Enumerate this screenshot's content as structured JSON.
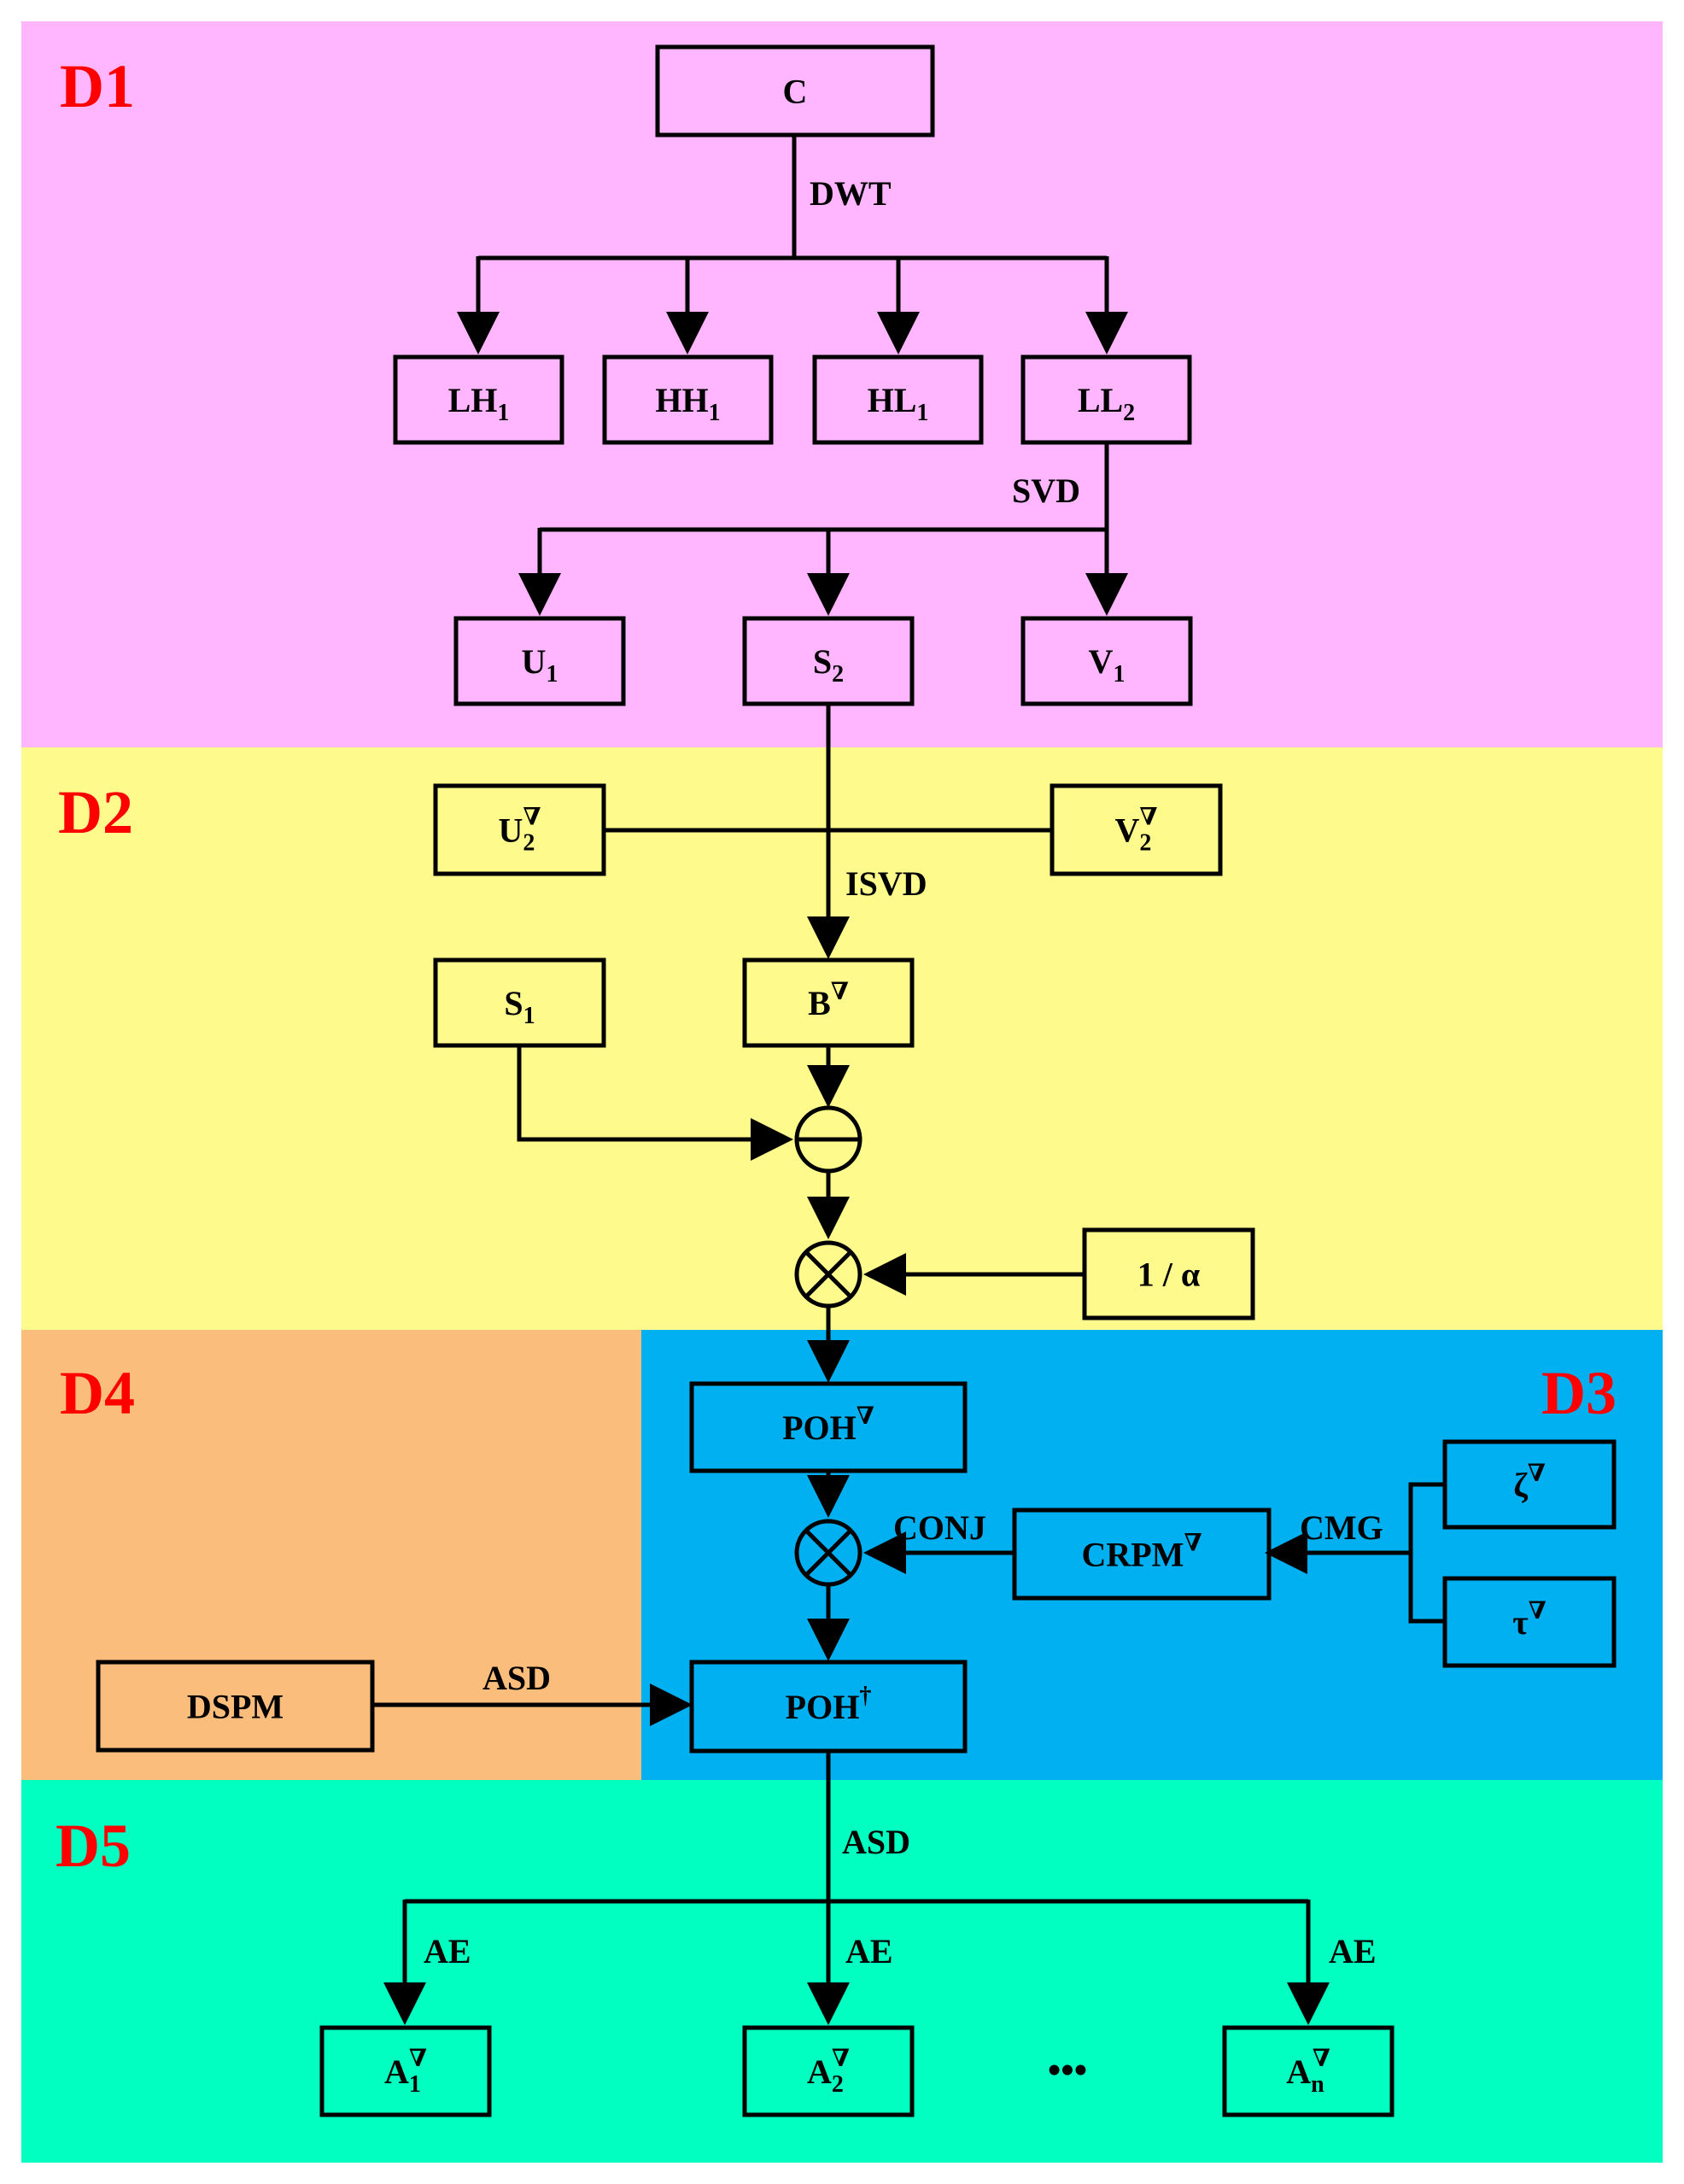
{
  "colors": {
    "d1": "#FFB6FF",
    "d2": "#FFFA8C",
    "d3": "#00B0F0",
    "d4": "#FBBD7C",
    "d5": "#00FFC0",
    "region_label": "#FF0000"
  },
  "regions": {
    "d1": "D1",
    "d2": "D2",
    "d3": "D3",
    "d4": "D4",
    "d5": "D5"
  },
  "nodes": {
    "c": {
      "base": "C"
    },
    "lh1": {
      "base": "LH",
      "sub": "1"
    },
    "hh1": {
      "base": "HH",
      "sub": "1"
    },
    "hl1": {
      "base": "HL",
      "sub": "1"
    },
    "ll2": {
      "base": "LL",
      "sub": "2"
    },
    "u1": {
      "base": "U",
      "sub": "1"
    },
    "s2": {
      "base": "S",
      "sub": "2"
    },
    "v1": {
      "base": "V",
      "sub": "1"
    },
    "u2": {
      "base": "U",
      "sub": "2",
      "sup": "∇"
    },
    "v2": {
      "base": "V",
      "sub": "2",
      "sup": "∇"
    },
    "s1": {
      "base": "S",
      "sub": "1"
    },
    "b": {
      "base": "B",
      "sup": "∇"
    },
    "alpha": {
      "base": "1 / α"
    },
    "poh": {
      "base": "POH",
      "sup": "∇"
    },
    "crpm": {
      "base": "CRPM",
      "sup": "∇"
    },
    "zeta": {
      "base": "ζ",
      "sup": "∇"
    },
    "tau": {
      "base": "τ",
      "sup": "∇"
    },
    "dspm": {
      "base": "DSPM"
    },
    "poh_dagger": {
      "base": "POH",
      "sup": "†"
    },
    "a1": {
      "base": "A",
      "sub": "1",
      "sup": "∇"
    },
    "a2": {
      "base": "A",
      "sub": "2",
      "sup": "∇"
    },
    "an": {
      "base": "A",
      "sub": "n",
      "sup": "∇"
    }
  },
  "edge_labels": {
    "dwt": "DWT",
    "svd": "SVD",
    "isvd": "ISVD",
    "conj": "CONJ",
    "cmg": "CMG",
    "asd_left": "ASD",
    "asd_down": "ASD",
    "ae1": "AE",
    "ae2": "AE",
    "ae3": "AE"
  },
  "ellipsis": "•••"
}
